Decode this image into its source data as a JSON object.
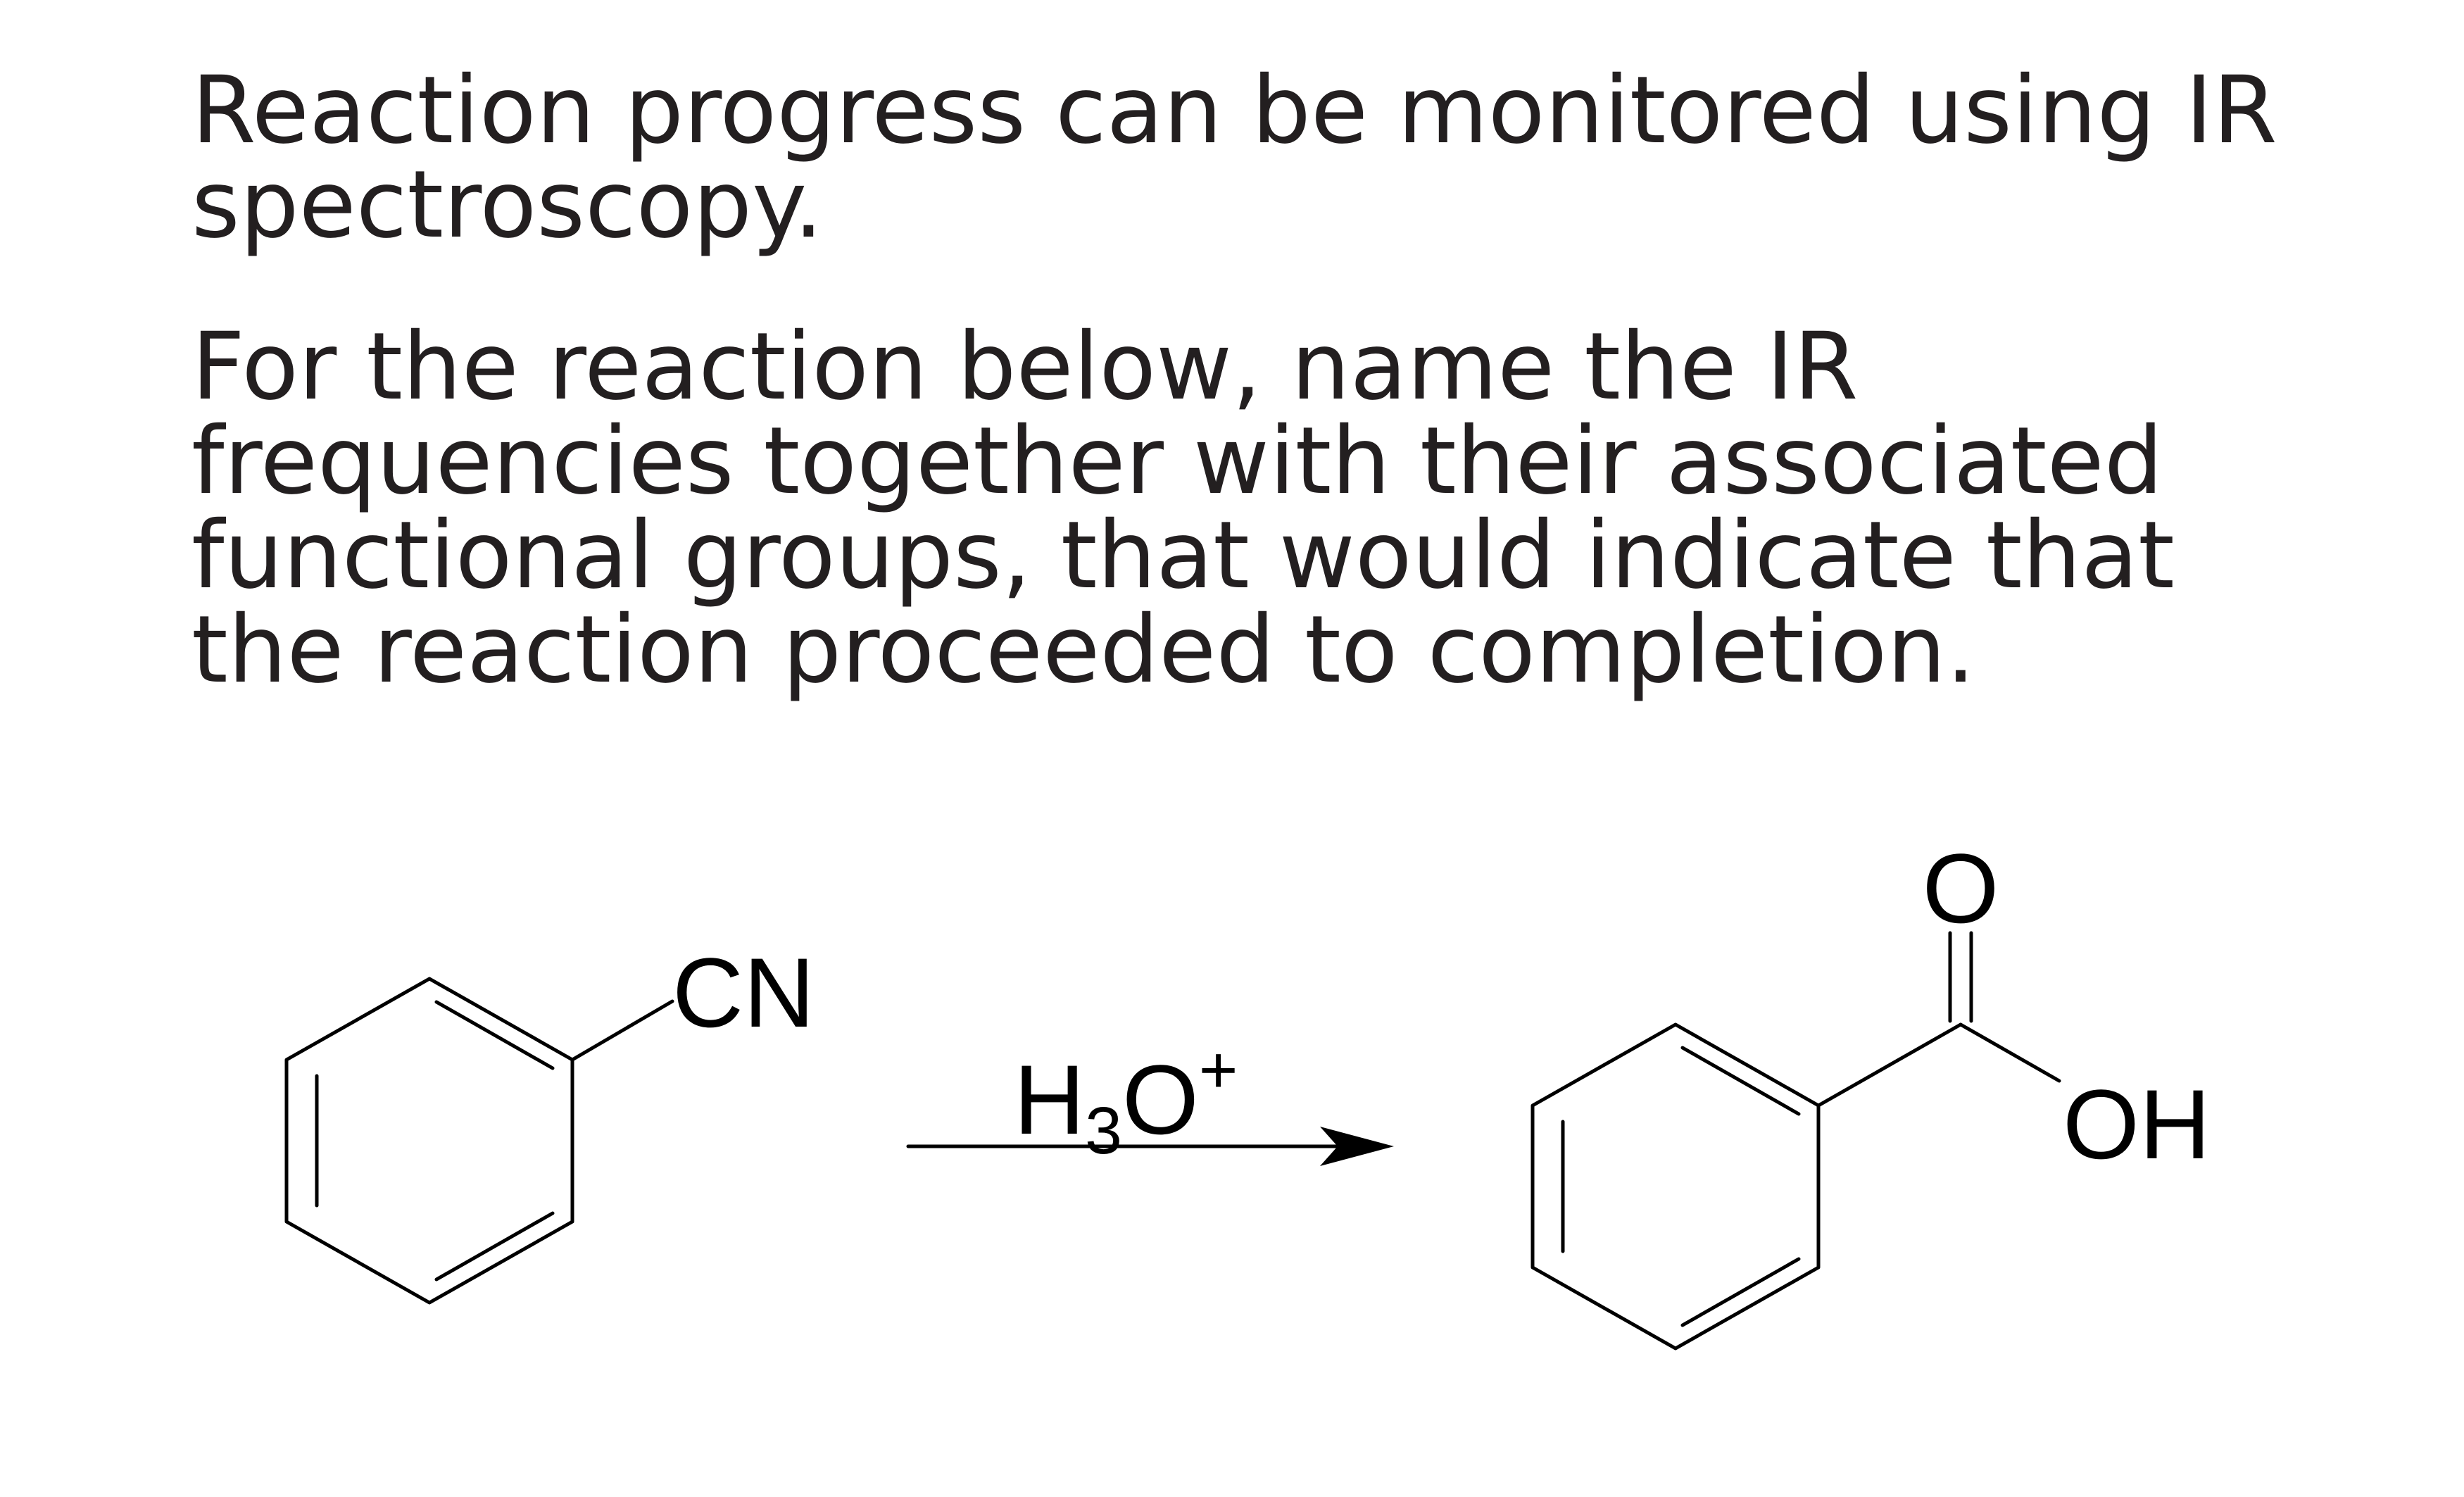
{
  "question": {
    "paragraph_1": "Reaction progress can be monitored using IR spectroscopy.",
    "paragraph_2": "For the reaction below, name the IR frequencies together with their associated functional groups, that would indicate that the reaction proceeded to completion."
  },
  "reaction": {
    "reactant_group": "CN",
    "reagent_main": "H",
    "reagent_subscript": "3",
    "reagent_atom": "O",
    "reagent_charge": "+",
    "product_carbonyl_oxygen": "O",
    "product_hydroxyl": "OH"
  }
}
